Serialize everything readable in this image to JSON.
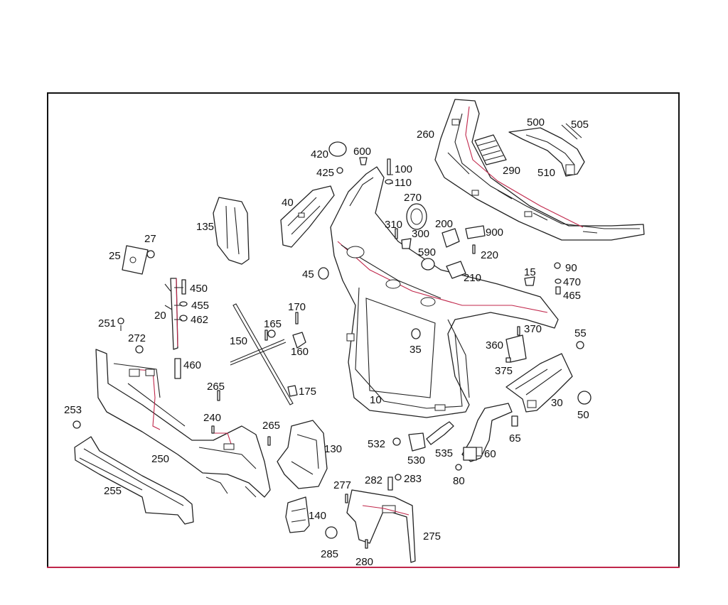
{
  "colors": {
    "outline": "#222222",
    "accent": "#c0264a",
    "background": "#ffffff"
  },
  "callouts": {
    "c10": "10",
    "c15": "15",
    "c20": "20",
    "c25": "25",
    "c27": "27",
    "c30": "30",
    "c35": "35",
    "c40": "40",
    "c45": "45",
    "c50": "50",
    "c55": "55",
    "c60": "60",
    "c65": "65",
    "c80": "80",
    "c90": "90",
    "c100": "100",
    "c110": "110",
    "c130": "130",
    "c135": "135",
    "c140": "140",
    "c150": "150",
    "c160": "160",
    "c165": "165",
    "c170": "170",
    "c175": "175",
    "c200": "200",
    "c210": "210",
    "c220": "220",
    "c240": "240",
    "c250": "250",
    "c251": "251",
    "c253": "253",
    "c255": "255",
    "c260": "260",
    "c265a": "265",
    "c265b": "265",
    "c270": "270",
    "c272": "272",
    "c275": "275",
    "c277": "277",
    "c280": "280",
    "c282": "282",
    "c283": "283",
    "c285": "285",
    "c290": "290",
    "c300": "300",
    "c310": "310",
    "c360": "360",
    "c370": "370",
    "c375": "375",
    "c420": "420",
    "c425": "425",
    "c450": "450",
    "c455": "455",
    "c460": "460",
    "c462": "462",
    "c465": "465",
    "c470": "470",
    "c500": "500",
    "c505": "505",
    "c510": "510",
    "c530": "530",
    "c532": "532",
    "c535": "535",
    "c590": "590",
    "c600": "600",
    "c900": "900"
  }
}
